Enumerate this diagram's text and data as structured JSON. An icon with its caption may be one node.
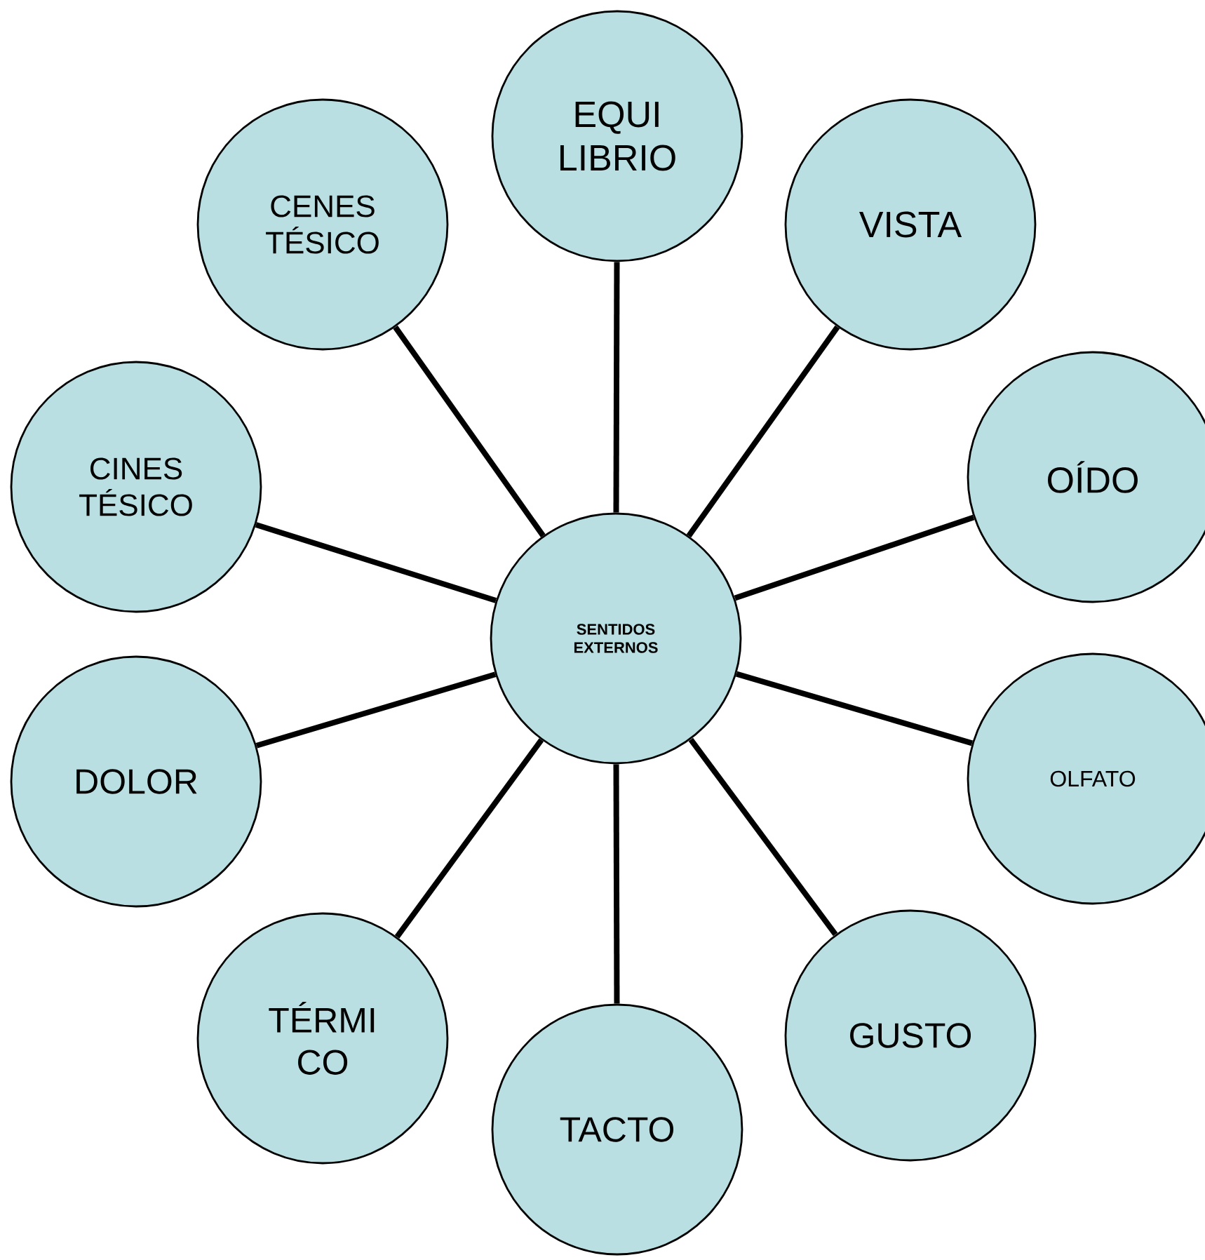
{
  "diagram": {
    "nodes": [
      {
        "text": [
          "SENTIDOS EXTERNOS"
        ]
      },
      {
        "text": [
          "EQUI LIBRIO"
        ]
      },
      {
        "text": [
          "VISTA"
        ]
      },
      {
        "text": [
          "OÍDO"
        ]
      },
      {
        "text": [
          "OLFATO"
        ]
      },
      {
        "text": [
          "GUSTO"
        ]
      },
      {
        "text": [
          "TACTO"
        ]
      },
      {
        "text": [
          "TÉRMI CO"
        ]
      },
      {
        "text": [
          "DOLOR"
        ]
      },
      {
        "text": [
          "CINES TÉSICO"
        ]
      },
      {
        "text": [
          "CENES TÉSICO"
        ]
      }
    ],
    "edges": [
      {
        "from": 0,
        "to": 1,
        "arrow": "none"
      },
      {
        "from": 0,
        "to": 2,
        "arrow": "none"
      },
      {
        "from": 0,
        "to": 3,
        "arrow": "none"
      },
      {
        "from": 0,
        "to": 4,
        "arrow": "none"
      },
      {
        "from": 0,
        "to": 5,
        "arrow": "none"
      },
      {
        "from": 0,
        "to": 6,
        "arrow": "none"
      },
      {
        "from": 0,
        "to": 7,
        "arrow": "none"
      },
      {
        "from": 0,
        "to": 8,
        "arrow": "none"
      },
      {
        "from": 0,
        "to": 9,
        "arrow": "none"
      },
      {
        "from": 0,
        "to": 10,
        "arrow": "none"
      }
    ]
  }
}
